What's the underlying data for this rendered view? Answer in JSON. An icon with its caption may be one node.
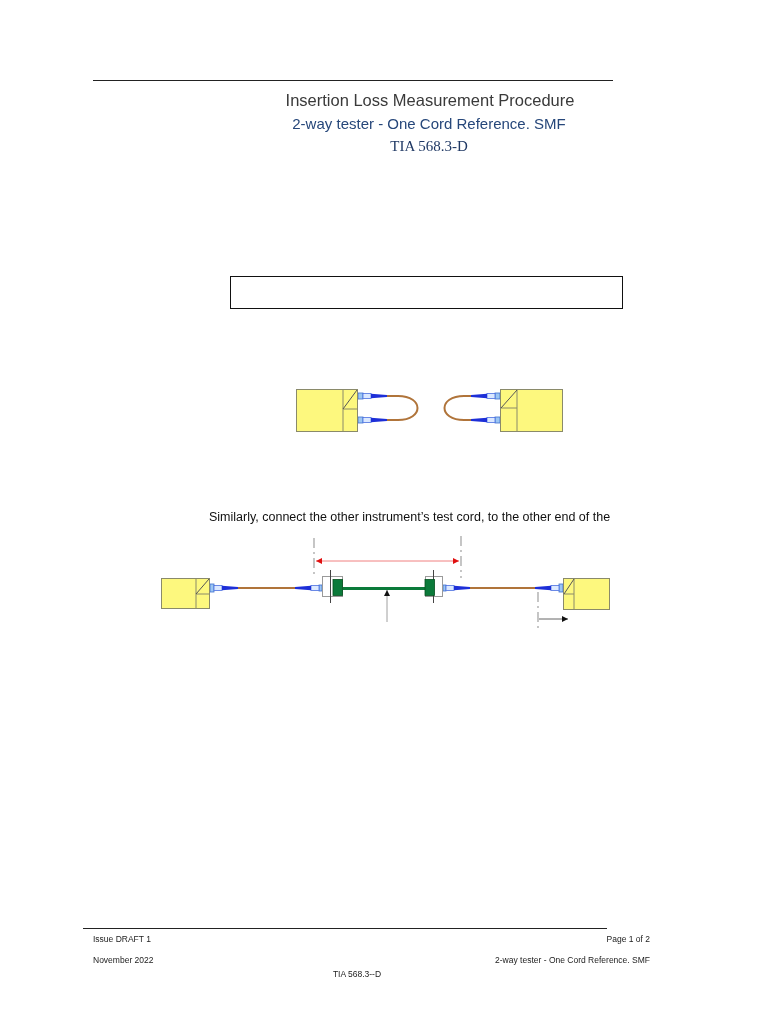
{
  "diagram": {
    "title": "Insertion Loss Measurement Procedure",
    "nodes": [
      {
        "text": [],
        "shape": "box"
      },
      {
        "text": [],
        "shape": "box"
      },
      {
        "text": [],
        "shape": "box"
      },
      {
        "text": [],
        "shape": "box"
      },
      {
        "text": [],
        "shape": "bar"
      },
      {
        "text": [],
        "shape": "box"
      },
      {
        "text": [],
        "shape": "box"
      }
    ],
    "edges": [
      {
        "from": 0,
        "to": 0,
        "arrow": "other"
      },
      {
        "from": 1,
        "to": 1,
        "arrow": "other"
      },
      {
        "from": 2,
        "to": 3,
        "arrow": "other"
      },
      {
        "from": 5,
        "to": 6,
        "arrow": "other"
      },
      {
        "from": null,
        "to": 4,
        "arrow": "to",
        "color": "#a0a0a0"
      }
    ],
    "labels": [
      "2-way tester - One Cord Reference. SMF",
      "TIA 568.3-D",
      "Similarly, connect the other instrument’s test cord, to the other end of the",
      "Issue DRAFT 1",
      "Page 1 of 2",
      "November 2022",
      "2-way tester - One Cord Reference. SMF",
      "TIA 568.3--D"
    ]
  }
}
